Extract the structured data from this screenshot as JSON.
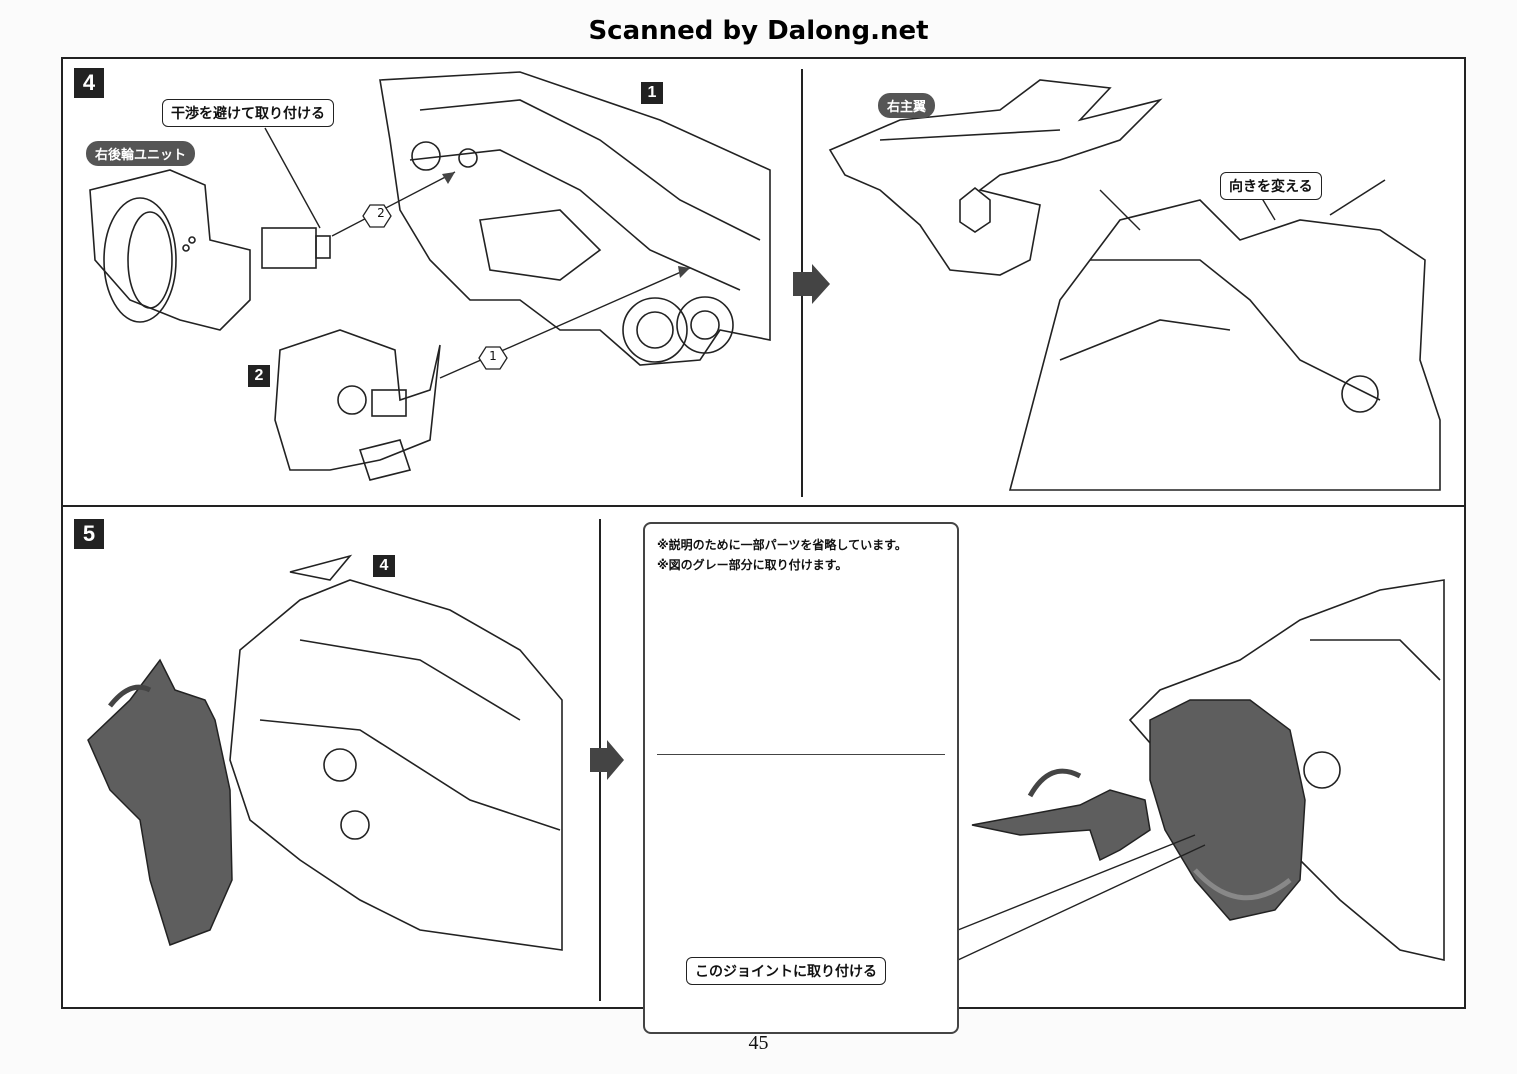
{
  "header": {
    "watermark": "Scanned by Dalong.net"
  },
  "step4": {
    "step_number": "4",
    "part_label": "右後輪ユニット",
    "callout": "干渉を避けて取り付ける",
    "badge_1": "1",
    "badge_2": "2",
    "seq_1": "1",
    "seq_2": "2"
  },
  "step4b": {
    "part_label": "右主翼",
    "callout": "向きを変える"
  },
  "step5": {
    "step_number": "5",
    "badge_4": "4",
    "note_line_1": "※説明のために一部パーツを省略しています。",
    "note_line_2": "※図のグレー部分に取り付けます。",
    "callout": "このジョイントに取り付ける"
  },
  "footer": {
    "page_number": "45"
  },
  "colors": {
    "part_gray": "#5e5e5e",
    "frame": "#222222"
  }
}
